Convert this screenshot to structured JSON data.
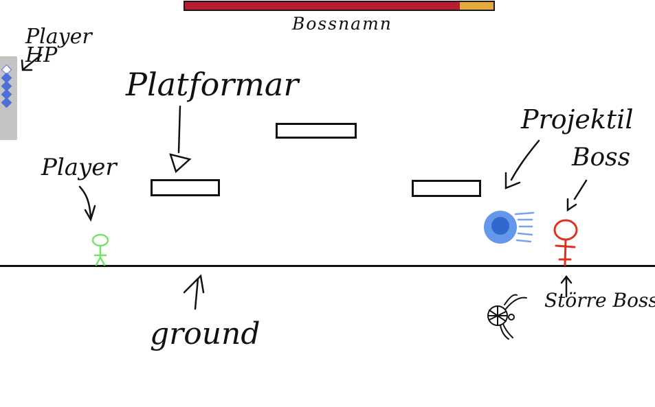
{
  "hud": {
    "boss_name": "Bossnamn",
    "boss_health_fraction": 0.89,
    "player_hp_label": "Player HP",
    "player_hp_slots": 5,
    "player_hp_current": 4
  },
  "annotations": {
    "platforms": "Platformar",
    "player": "Player",
    "projectile": "Projektil",
    "boss": "Boss",
    "ground": "ground",
    "bigger_boss": "Större Boss"
  },
  "colors": {
    "boss_health": "#b81c30",
    "boss_health_missing": "#e3a93a",
    "player_sprite": "#74e36a",
    "boss_sprite": "#e0311e",
    "projectile": "#4a86e8",
    "hp_gem": "#4f6fd8",
    "hp_panel": "#c4c4c4"
  }
}
